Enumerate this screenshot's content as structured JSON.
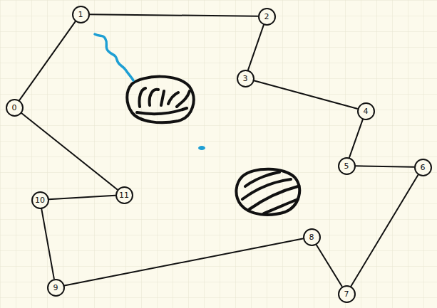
{
  "diagram": {
    "nodes": [
      {
        "text": [
          "0"
        ]
      },
      {
        "text": [
          "1"
        ]
      },
      {
        "text": [
          "2"
        ]
      },
      {
        "text": [
          "3"
        ]
      },
      {
        "text": [
          "4"
        ]
      },
      {
        "text": [
          "5"
        ]
      },
      {
        "text": [
          "6"
        ]
      },
      {
        "text": [
          "7"
        ]
      },
      {
        "text": [
          "8"
        ]
      },
      {
        "text": [
          "9"
        ]
      },
      {
        "text": [
          "10"
        ]
      },
      {
        "text": [
          "11"
        ]
      }
    ],
    "edges": [
      {
        "from": 1,
        "to": 2,
        "arrow": "none"
      },
      {
        "from": 2,
        "to": 3,
        "arrow": "none"
      },
      {
        "from": 3,
        "to": 4,
        "arrow": "none"
      },
      {
        "from": 4,
        "to": 5,
        "arrow": "none"
      },
      {
        "from": 5,
        "to": 6,
        "arrow": "none"
      },
      {
        "from": 6,
        "to": 7,
        "arrow": "none"
      },
      {
        "from": 7,
        "to": 8,
        "arrow": "none"
      },
      {
        "from": 8,
        "to": 9,
        "arrow": "none"
      },
      {
        "from": 9,
        "to": 10,
        "arrow": "none"
      },
      {
        "from": 10,
        "to": 11,
        "arrow": "none"
      },
      {
        "from": 11,
        "to": 0,
        "arrow": "none"
      },
      {
        "from": 0,
        "to": 1,
        "arrow": "none"
      }
    ]
  }
}
